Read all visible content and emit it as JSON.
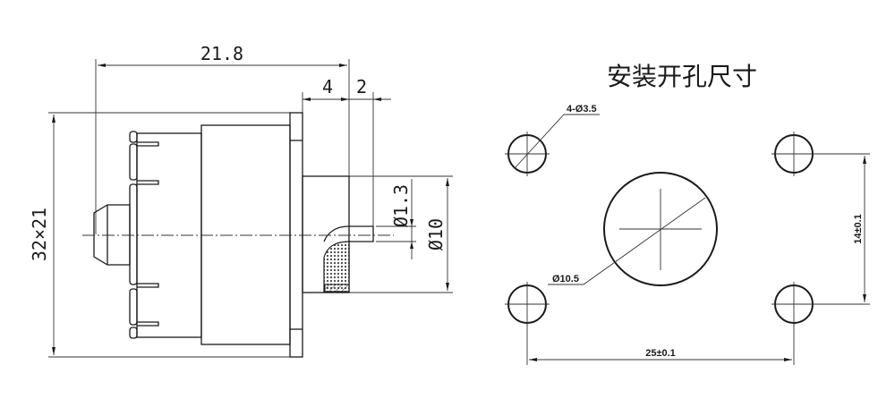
{
  "side_view": {
    "length_dim": "21.8",
    "flange_dim": "4",
    "knob_dim": "2",
    "body_size_dim": "32×21",
    "small_dia_dim": "Ø1.3",
    "shaft_dia_dim": "Ø10"
  },
  "cutout": {
    "title": "安装开孔尺寸",
    "hole_label": "4-Ø3.5",
    "center_hole_label": "Ø10.5",
    "vertical_spacing": "14±0.1",
    "horizontal_spacing": "25±0.1"
  }
}
